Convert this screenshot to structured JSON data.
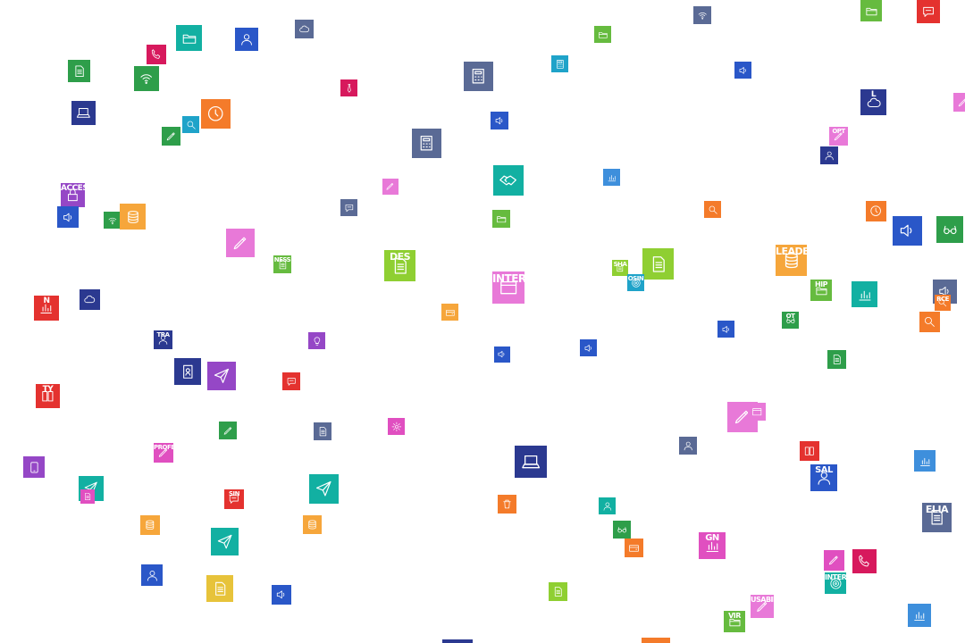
{
  "colors": {
    "blue": "#2a57c8",
    "navy": "#2b3990",
    "slate": "#5a6a95",
    "sky": "#3e8fdc",
    "teal": "#12b0a2",
    "cyan": "#1fa3c9",
    "green": "#2e9e4a",
    "lightgreen": "#66bb3f",
    "lime": "#8fcf32",
    "orange": "#f47b2a",
    "amber": "#f6a63b",
    "yellow": "#e7c33a",
    "red": "#e4322f",
    "crimson": "#d7195d",
    "pink": "#e879d8",
    "purple": "#9547c6",
    "magenta": "#e04fc0"
  },
  "tiles": [
    {
      "icon": "folder-icon",
      "color": "teal",
      "text": ""
    },
    {
      "icon": "user-icon",
      "color": "blue",
      "text": ""
    },
    {
      "icon": "cloud-icon",
      "color": "slate",
      "text": ""
    },
    {
      "icon": "phone-icon",
      "color": "crimson",
      "text": ""
    },
    {
      "icon": "document-icon",
      "color": "green",
      "text": ""
    },
    {
      "icon": "wifi-icon",
      "color": "green",
      "text": ""
    },
    {
      "icon": "laptop-icon",
      "color": "navy",
      "text": ""
    },
    {
      "icon": "clock-icon",
      "color": "orange",
      "text": ""
    },
    {
      "icon": "search-icon",
      "color": "cyan",
      "text": ""
    },
    {
      "icon": "pencil-icon",
      "color": "green",
      "text": ""
    },
    {
      "icon": "lock-icon",
      "color": "purple",
      "text": "ACCES"
    },
    {
      "icon": "speaker-icon",
      "color": "blue",
      "text": ""
    },
    {
      "icon": "wifi-icon",
      "color": "green",
      "text": ""
    },
    {
      "icon": "coins-icon",
      "color": "amber",
      "text": ""
    },
    {
      "icon": "pencil-icon",
      "color": "pink",
      "text": ""
    },
    {
      "icon": "document-icon",
      "color": "lightgreen",
      "text": "NESS"
    },
    {
      "icon": "chart-icon",
      "color": "red",
      "text": "N"
    },
    {
      "icon": "cloud-icon",
      "color": "navy",
      "text": ""
    },
    {
      "icon": "tie-icon",
      "color": "crimson",
      "text": ""
    },
    {
      "icon": "chat-icon",
      "color": "slate",
      "text": ""
    },
    {
      "icon": "pencil-icon",
      "color": "pink",
      "text": ""
    },
    {
      "icon": "document-icon",
      "color": "lime",
      "text": "DES"
    },
    {
      "icon": "wallet-icon",
      "color": "amber",
      "text": ""
    },
    {
      "icon": "user-icon",
      "color": "navy",
      "text": "TRA"
    },
    {
      "icon": "bulb-icon",
      "color": "purple",
      "text": ""
    },
    {
      "icon": "phone-book-icon",
      "color": "navy",
      "text": ""
    },
    {
      "icon": "paper-plane-icon",
      "color": "purple",
      "text": ""
    },
    {
      "icon": "chat-icon",
      "color": "red",
      "text": ""
    },
    {
      "icon": "book-icon",
      "color": "red",
      "text": "TY"
    },
    {
      "icon": "pencil-icon",
      "color": "green",
      "text": ""
    },
    {
      "icon": "document-icon",
      "color": "slate",
      "text": ""
    },
    {
      "icon": "gear-icon",
      "color": "magenta",
      "text": ""
    },
    {
      "icon": "pencil-icon",
      "color": "magenta",
      "text": "PROFES"
    },
    {
      "icon": "tablet-icon",
      "color": "purple",
      "text": ""
    },
    {
      "icon": "paper-plane-icon",
      "color": "teal",
      "text": ""
    },
    {
      "icon": "chat-icon",
      "color": "red",
      "text": "SIN"
    },
    {
      "icon": "paper-plane-icon",
      "color": "teal",
      "text": ""
    },
    {
      "icon": "coins-icon",
      "color": "amber",
      "text": ""
    },
    {
      "icon": "coins-icon",
      "color": "amber",
      "text": ""
    },
    {
      "icon": "paper-plane-icon",
      "color": "teal",
      "text": ""
    },
    {
      "icon": "user-icon",
      "color": "blue",
      "text": ""
    },
    {
      "icon": "document-icon",
      "color": "yellow",
      "text": ""
    },
    {
      "icon": "speaker-icon",
      "color": "blue",
      "text": ""
    },
    {
      "icon": "calculator-icon",
      "color": "slate",
      "text": ""
    },
    {
      "icon": "speaker-icon",
      "color": "blue",
      "text": ""
    },
    {
      "icon": "calculator-icon",
      "color": "slate",
      "text": ""
    },
    {
      "icon": "handshake-icon",
      "color": "teal",
      "text": ""
    },
    {
      "icon": "folder-icon",
      "color": "lightgreen",
      "text": ""
    },
    {
      "icon": "browser-icon",
      "color": "pink",
      "text": "INTERA"
    },
    {
      "icon": "speaker-icon",
      "color": "blue",
      "text": ""
    },
    {
      "icon": "laptop-icon",
      "color": "navy",
      "text": ""
    },
    {
      "icon": "trash-icon",
      "color": "orange",
      "text": ""
    },
    {
      "icon": "speaker-icon",
      "color": "blue",
      "text": ""
    },
    {
      "icon": "document-icon",
      "color": "lime",
      "text": ""
    },
    {
      "icon": "folder-icon",
      "color": "lightgreen",
      "text": ""
    },
    {
      "icon": "calculator-icon",
      "color": "cyan",
      "text": ""
    },
    {
      "icon": "chart-icon",
      "color": "sky",
      "text": ""
    },
    {
      "icon": "document-icon",
      "color": "lime",
      "text": "SHA"
    },
    {
      "icon": "document-icon",
      "color": "lime",
      "text": ""
    },
    {
      "icon": "target-icon",
      "color": "cyan",
      "text": "OSIN"
    },
    {
      "icon": "speaker-icon",
      "color": "blue",
      "text": ""
    },
    {
      "icon": "user-icon",
      "color": "teal",
      "text": ""
    },
    {
      "icon": "glasses-icon",
      "color": "green",
      "text": ""
    },
    {
      "icon": "wallet-icon",
      "color": "orange",
      "text": ""
    },
    {
      "icon": "wifi-icon",
      "color": "slate",
      "text": ""
    },
    {
      "icon": "search-icon",
      "color": "orange",
      "text": ""
    },
    {
      "icon": "speaker-icon",
      "color": "blue",
      "text": ""
    },
    {
      "icon": "user-icon",
      "color": "slate",
      "text": ""
    },
    {
      "icon": "pencil-icon",
      "color": "pink",
      "text": ""
    },
    {
      "icon": "browser-icon",
      "color": "pink",
      "text": ""
    },
    {
      "icon": "chart-icon",
      "color": "magenta",
      "text": "GN"
    },
    {
      "icon": "pencil-icon",
      "color": "pink",
      "text": "USABILITY"
    },
    {
      "icon": "folder-icon",
      "color": "lightgreen",
      "text": "VIR"
    },
    {
      "icon": "folder-icon",
      "color": "lightgreen",
      "text": ""
    },
    {
      "icon": "pencil-icon",
      "color": "pink",
      "text": "OPT"
    },
    {
      "icon": "user-icon",
      "color": "navy",
      "text": ""
    },
    {
      "icon": "cloud-icon",
      "color": "navy",
      "text": "L"
    },
    {
      "icon": "chat-icon",
      "color": "red",
      "text": ""
    },
    {
      "icon": "pencil-icon",
      "color": "pink",
      "text": ""
    },
    {
      "icon": "clock-icon",
      "color": "orange",
      "text": ""
    },
    {
      "icon": "speaker-icon",
      "color": "blue",
      "text": ""
    },
    {
      "icon": "glasses-icon",
      "color": "green",
      "text": ""
    },
    {
      "icon": "coins-icon",
      "color": "amber",
      "text": "LEADE"
    },
    {
      "icon": "folder-icon",
      "color": "lightgreen",
      "text": "HIP"
    },
    {
      "icon": "chart-icon",
      "color": "teal",
      "text": ""
    },
    {
      "icon": "speaker-icon",
      "color": "slate",
      "text": ""
    },
    {
      "icon": "glasses-icon",
      "color": "green",
      "text": "OT"
    },
    {
      "icon": "search-icon",
      "color": "orange",
      "text": ""
    },
    {
      "icon": "document-icon",
      "color": "green",
      "text": ""
    },
    {
      "icon": "book-icon",
      "color": "red",
      "text": ""
    },
    {
      "icon": "user-icon",
      "color": "blue",
      "text": "SAL"
    },
    {
      "icon": "chart-icon",
      "color": "sky",
      "text": ""
    },
    {
      "icon": "document-icon",
      "color": "slate",
      "text": "ELIA"
    },
    {
      "icon": "pencil-icon",
      "color": "magenta",
      "text": ""
    },
    {
      "icon": "phone-icon",
      "color": "crimson",
      "text": ""
    },
    {
      "icon": "chart-icon",
      "color": "sky",
      "text": ""
    },
    {
      "icon": "target-icon",
      "color": "teal",
      "text": "INTERAC"
    },
    {
      "icon": "search-icon",
      "color": "orange",
      "text": "RCE"
    },
    {
      "icon": "user-icon",
      "color": "navy",
      "text": ""
    },
    {
      "icon": "search-icon",
      "color": "orange",
      "text": ""
    },
    {
      "icon": "document-icon",
      "color": "magenta",
      "text": ""
    },
    {
      "icon": "document-icon",
      "color": "cyan",
      "text": ""
    },
    {
      "icon": "user-icon",
      "color": "sky",
      "text": ""
    }
  ]
}
